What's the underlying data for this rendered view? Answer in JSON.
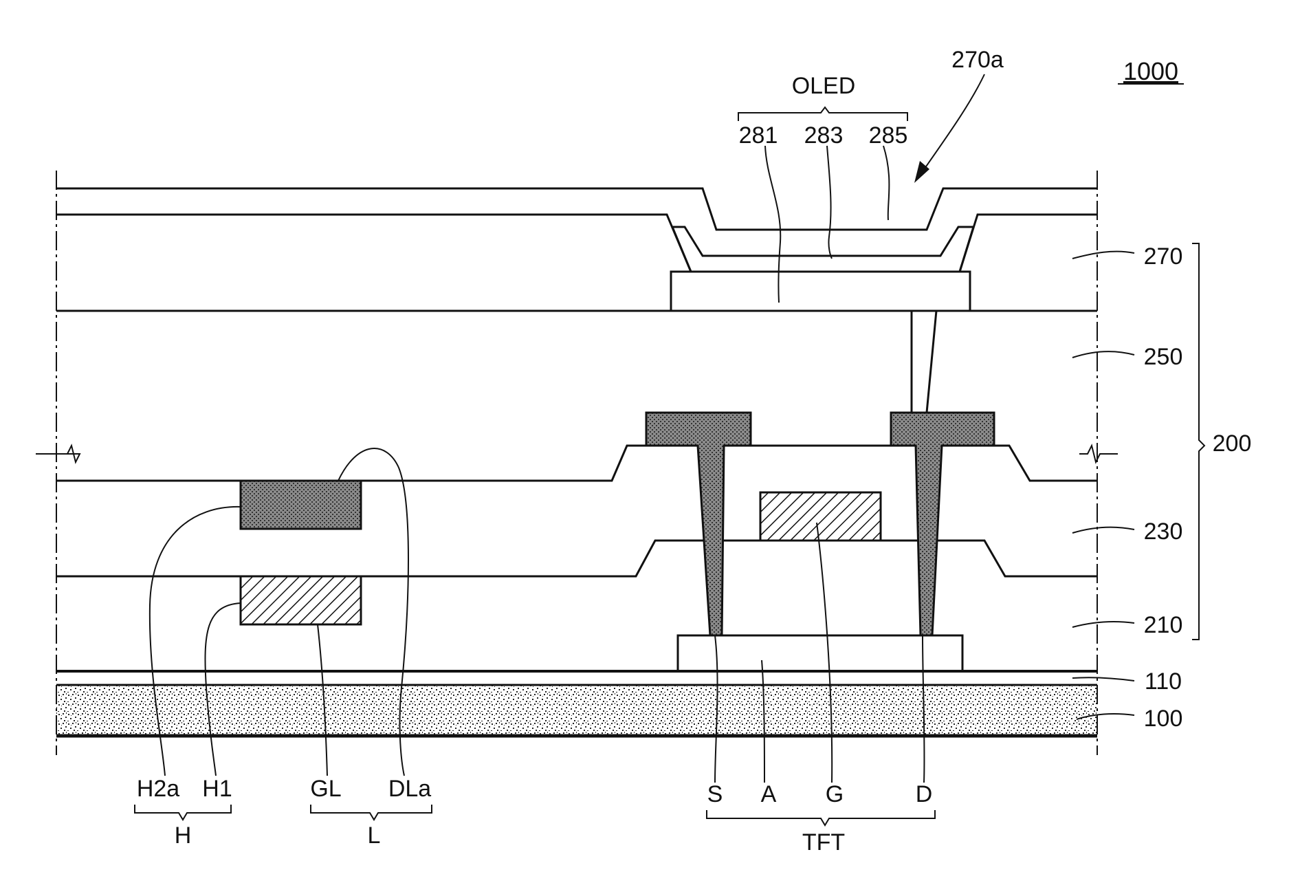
{
  "figure": {
    "figure_number": "1000",
    "top_labels": {
      "oled": "OLED",
      "opening": "270a",
      "l281": "281",
      "l283": "283",
      "l285": "285"
    },
    "layer_labels": {
      "l270": "270",
      "l250": "250",
      "l230": "230",
      "l210": "210",
      "l110": "110",
      "l100": "100",
      "l200": "200"
    },
    "bottom_labels": {
      "h2a": "H2a",
      "h1": "H1",
      "gl": "GL",
      "dla": "DLa",
      "s": "S",
      "a": "A",
      "g": "G",
      "d": "D",
      "h": "H",
      "l": "L",
      "tft": "TFT"
    }
  }
}
